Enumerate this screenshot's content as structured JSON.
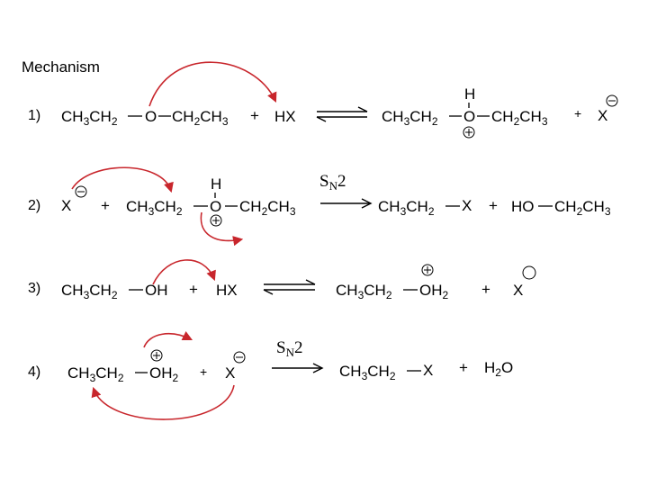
{
  "title": "Mechanism",
  "colors": {
    "curved_arrow": "#c8262c",
    "text": "#000000"
  },
  "steps": [
    {
      "label": "1)",
      "arrow": "equilibrium"
    },
    {
      "label": "2)",
      "arrow": "forward",
      "arrow_label": [
        "S",
        "N",
        "2"
      ]
    },
    {
      "label": "3)",
      "arrow": "equilibrium"
    },
    {
      "label": "4)",
      "arrow": "forward",
      "arrow_label": [
        "S",
        "N",
        "2"
      ]
    }
  ],
  "frag": {
    "CH": "CH",
    "CH3CH": "CH",
    "3": "3",
    "2": "2",
    "O": "O",
    "OH": "OH",
    "HX": "HX",
    "X": "X",
    "H": "H",
    "HO": "HO",
    "H2O_H": "H",
    "plus": "+"
  }
}
